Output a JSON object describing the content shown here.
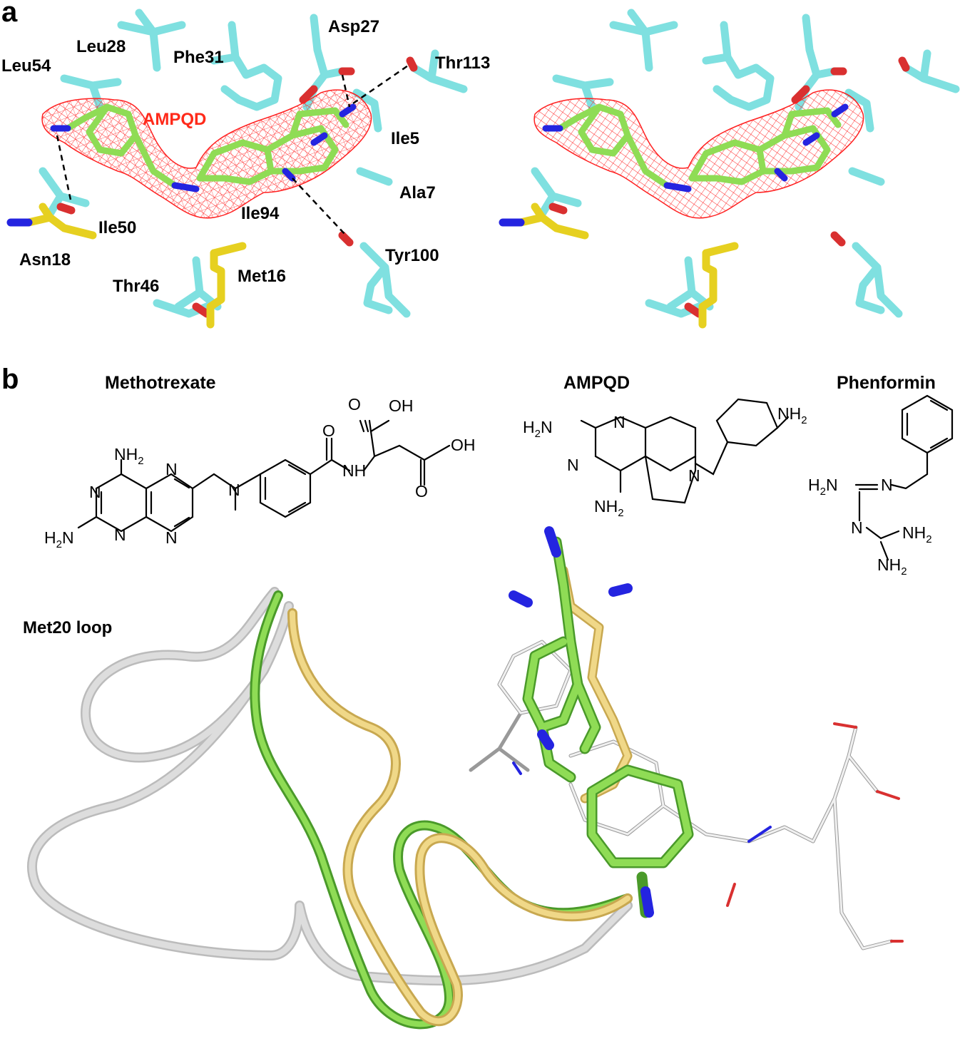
{
  "panels": {
    "a": {
      "letter": "a",
      "ligand_label": "AMPQD",
      "ligand_label_color": "#ff2a1a",
      "residue_labels": [
        "Leu28",
        "Phe31",
        "Asp27",
        "Thr113",
        "Leu54",
        "Ile5",
        "Ala7",
        "Ile94",
        "Ile50",
        "Asn18",
        "Tyr100",
        "Thr46",
        "Met16"
      ]
    },
    "b": {
      "letter": "b",
      "molecules": {
        "methotrexate": {
          "title": "Methotrexate",
          "atoms": {
            "nh2_top": "NH",
            "nh2_left": "H",
            "n1": "N",
            "n2": "N",
            "n3": "N",
            "n4": "N",
            "n_methyl": "N",
            "nh": "NH",
            "o1": "O",
            "oh1": "OH",
            "o2": "O",
            "oh2": "OH",
            "o3": "O",
            "h2n_prefix": "H",
            "h2n_n": "N",
            "nh2_top_sub": "2",
            "h2n_sub": "2"
          }
        },
        "ampqd": {
          "title": "AMPQD",
          "atoms": {
            "h2n": "H",
            "h2n_n": "N",
            "h2n_sub": "2",
            "n1": "N",
            "n2": "N",
            "nh2_bottom": "NH",
            "nh2_bottom_sub": "2",
            "n_pyrrole": "N",
            "nh2_ring": "NH",
            "nh2_ring_sub": "2"
          }
        },
        "phenformin": {
          "title": "Phenformin",
          "atoms": {
            "h2n": "H",
            "h2n_n": "N",
            "h2n_sub": "2",
            "n1": "N",
            "n2": "N",
            "nh2_a": "NH",
            "nh2_a_sub": "2",
            "nh2_b": "NH",
            "nh2_b_sub": "2"
          }
        }
      },
      "loop_label": "Met20 loop"
    }
  },
  "colors": {
    "carbon_protein": "#7fe0e0",
    "carbon_ligand": "#8fdc55",
    "nitrogen": "#2424e0",
    "oxygen": "#d93030",
    "sulfur": "#e6d020",
    "mesh": "#ff2020",
    "ribbon_gray": "#d4d4d4",
    "ribbon_green": "#7fcf4f",
    "ribbon_gold": "#e8cc6e"
  }
}
